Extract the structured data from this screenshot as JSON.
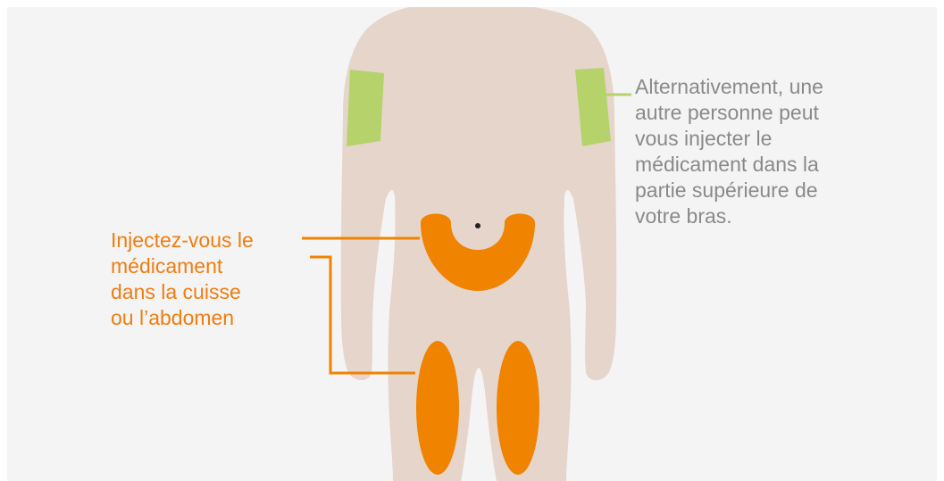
{
  "colors": {
    "background": "#f4f4f4",
    "body": "#e6d5cb",
    "primary_site": "#f08300",
    "alternative_site": "#b5d36a",
    "primary_text": "#ee7d11",
    "alternative_text": "#8a8a8a",
    "navel": "#222222"
  },
  "icons": {
    "figure": "human-body-front-view",
    "navel": "navel-dot"
  },
  "self_injection": {
    "lines": [
      "Injectez-vous le",
      "médicament",
      "dans la cuisse",
      "ou l’abdomen"
    ]
  },
  "other_person_injection": {
    "lines": [
      "Alternativement, une",
      "autre personne peut",
      "vous injecter le",
      "médicament dans la",
      "partie supérieure de",
      "votre bras."
    ]
  }
}
